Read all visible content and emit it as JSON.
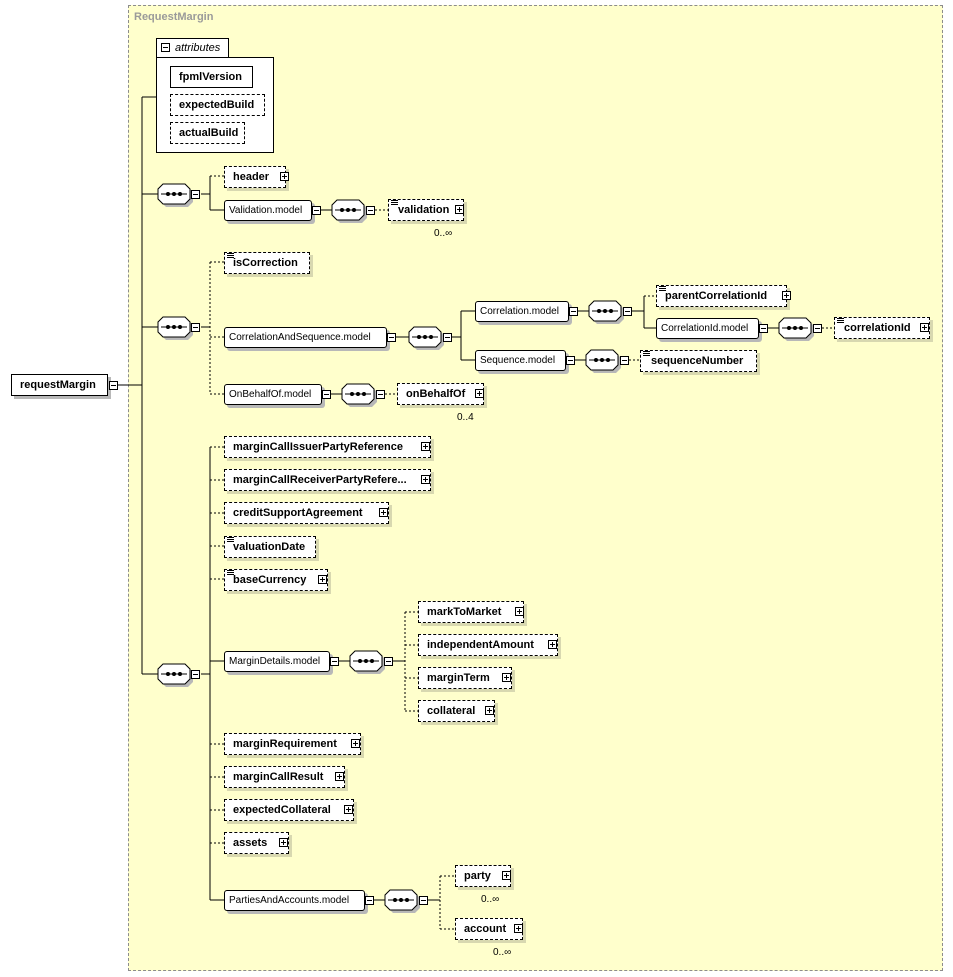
{
  "type_name": "RequestMargin",
  "root": {
    "label": "requestMargin"
  },
  "attributes": {
    "tab_label": "attributes",
    "items": [
      {
        "id": "fpmlVersion",
        "label": "fpmlVersion",
        "required": true
      },
      {
        "id": "expectedBuild",
        "label": "expectedBuild",
        "required": false
      },
      {
        "id": "actualBuild",
        "label": "actualBuild",
        "required": false
      }
    ]
  },
  "elements": {
    "header": "header",
    "validation_model": "Validation.model",
    "validation": "validation",
    "validation_occ": "0..∞",
    "isCorrection": "isCorrection",
    "correlation_and_sequence_model": "CorrelationAndSequence.model",
    "correlation_model": "Correlation.model",
    "parentCorrelationId": "parentCorrelationId",
    "correlationId_model": "CorrelationId.model",
    "correlationId": "correlationId",
    "sequence_model": "Sequence.model",
    "sequenceNumber": "sequenceNumber",
    "onBehalfOf_model": "OnBehalfOf.model",
    "onBehalfOf": "onBehalfOf",
    "onBehalfOf_occ": "0..4",
    "marginCallIssuerPartyReference": "marginCallIssuerPartyReference",
    "marginCallReceiverPartyReference": "marginCallReceiverPartyRefere...",
    "creditSupportAgreement": "creditSupportAgreement",
    "valuationDate": "valuationDate",
    "baseCurrency": "baseCurrency",
    "marginDetails_model": "MarginDetails.model",
    "markToMarket": "markToMarket",
    "independentAmount": "independentAmount",
    "marginTerm": "marginTerm",
    "collateral": "collateral",
    "marginRequirement": "marginRequirement",
    "marginCallResult": "marginCallResult",
    "expectedCollateral": "expectedCollateral",
    "assets": "assets",
    "partiesAndAccounts_model": "PartiesAndAccounts.model",
    "party": "party",
    "party_occ": "0..∞",
    "account": "account",
    "account_occ": "0..∞"
  },
  "colors": {
    "type_background": "#ffffcc",
    "type_border": "#8c8c8c",
    "type_label": "#9a9a9a",
    "line": "#000000"
  }
}
